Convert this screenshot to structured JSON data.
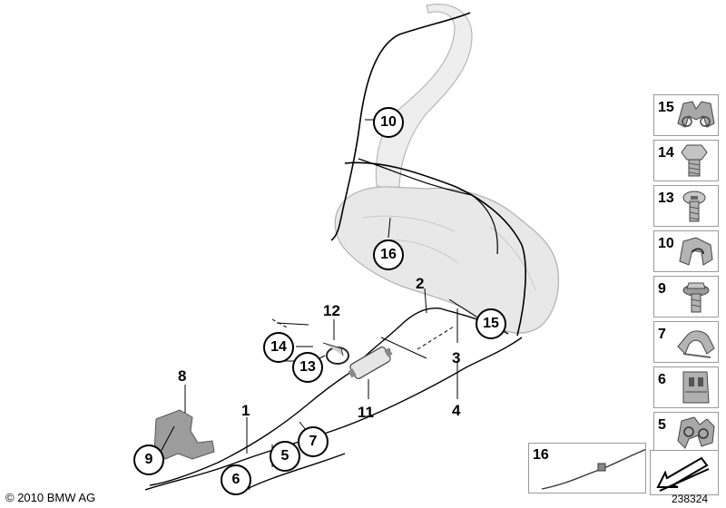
{
  "callouts": {
    "n1": "1",
    "n2": "2",
    "n3": "3",
    "n4": "4",
    "n5": "5",
    "n6": "6",
    "n7": "7",
    "n8": "8",
    "n9": "9",
    "n10": "10",
    "n11": "11",
    "n12": "12",
    "n13": "13",
    "n14": "14",
    "n15": "15",
    "n16": "16"
  },
  "parts_panel": [
    {
      "number": "15",
      "icon": "double-clip"
    },
    {
      "number": "14",
      "icon": "hex-bolt"
    },
    {
      "number": "13",
      "icon": "torx-screw"
    },
    {
      "number": "10",
      "icon": "pipe-clip"
    },
    {
      "number": "9",
      "icon": "flange-bolt"
    },
    {
      "number": "7",
      "icon": "pipe-clamp"
    },
    {
      "number": "6",
      "icon": "holder-clip"
    },
    {
      "number": "5",
      "icon": "multi-clip"
    }
  ],
  "inset": {
    "number": "16"
  },
  "footer": {
    "copyright": "© 2010 BMW AG",
    "reference": "238324"
  },
  "colors": {
    "line": "#000000",
    "tank_fill": "#e8e8e8",
    "tank_stroke": "#b0b0b0",
    "frame": "#9a9a9a"
  }
}
